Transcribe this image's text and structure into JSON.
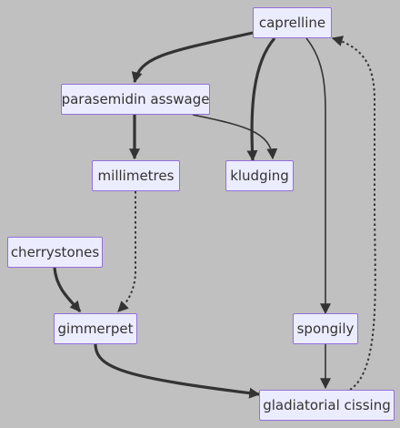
{
  "diagram": {
    "nodes": {
      "caprelline": "caprelline",
      "parasemidin_asswage": "parasemidin asswage",
      "millimetres": "millimetres",
      "kludging": "kludging",
      "cherrystones": "cherrystones",
      "gimmerpet": "gimmerpet",
      "spongily": "spongily",
      "gladiatorial_cissing": "gladiatorial cissing"
    },
    "edges": [
      {
        "from": "caprelline",
        "to": "parasemidin asswage",
        "style": "thick"
      },
      {
        "from": "caprelline",
        "to": "kludging",
        "style": "thick"
      },
      {
        "from": "caprelline",
        "to": "spongily",
        "style": "normal"
      },
      {
        "from": "parasemidin asswage",
        "to": "millimetres",
        "style": "thick"
      },
      {
        "from": "parasemidin asswage",
        "to": "kludging",
        "style": "normal"
      },
      {
        "from": "millimetres",
        "to": "gimmerpet",
        "style": "dotted"
      },
      {
        "from": "cherrystones",
        "to": "gimmerpet",
        "style": "thick"
      },
      {
        "from": "gimmerpet",
        "to": "gladiatorial cissing",
        "style": "thick"
      },
      {
        "from": "spongily",
        "to": "gladiatorial cissing",
        "style": "normal"
      },
      {
        "from": "gladiatorial cissing",
        "to": "caprelline",
        "style": "dotted"
      }
    ]
  }
}
